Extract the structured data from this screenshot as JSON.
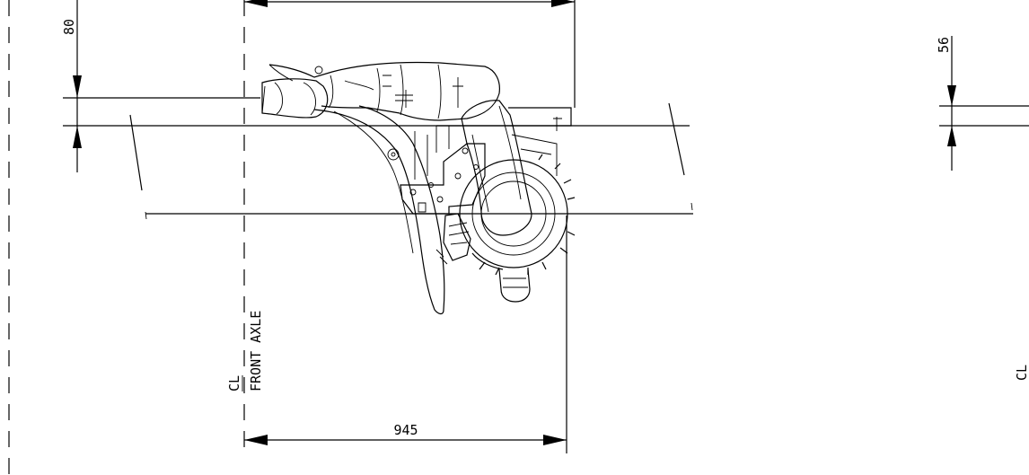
{
  "drawing": {
    "dimensions": {
      "left_vertical_offset": "80",
      "right_vertical_offset": "56",
      "horizontal_offset": "945"
    },
    "labels": {
      "centerline_left": "CL",
      "front_axle": "FRONT AXLE",
      "centerline_right": "CL"
    }
  }
}
